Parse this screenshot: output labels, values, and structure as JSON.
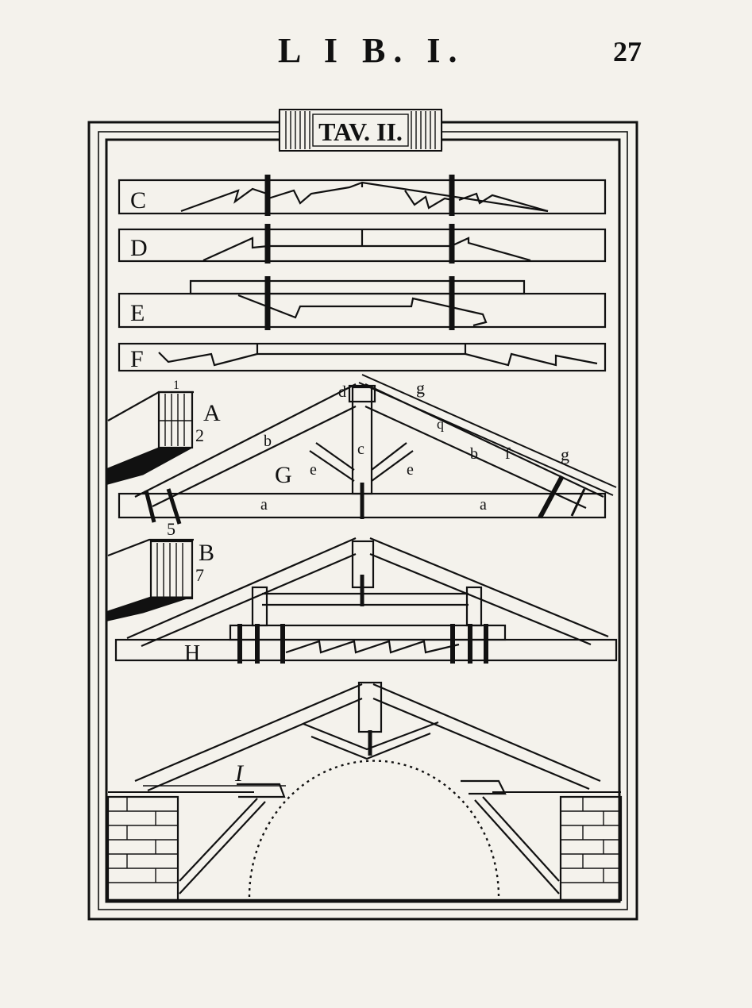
{
  "header": {
    "running_head": "L I B. I.",
    "folio": "27"
  },
  "plate": {
    "title": "TAV. II.",
    "labels": {
      "C": "C",
      "D": "D",
      "E": "E",
      "F": "F",
      "A": "A",
      "B": "B",
      "G": "G",
      "H": "H",
      "I": "I",
      "a1": "a",
      "a2": "a",
      "b1": "b",
      "b2": "b",
      "c": "c",
      "d": "d",
      "e1": "e",
      "e2": "e",
      "f": "f",
      "g1": "g",
      "g2": "g",
      "q": "q",
      "n1": "1",
      "n2": "2",
      "n5": "5",
      "n7": "7"
    }
  }
}
